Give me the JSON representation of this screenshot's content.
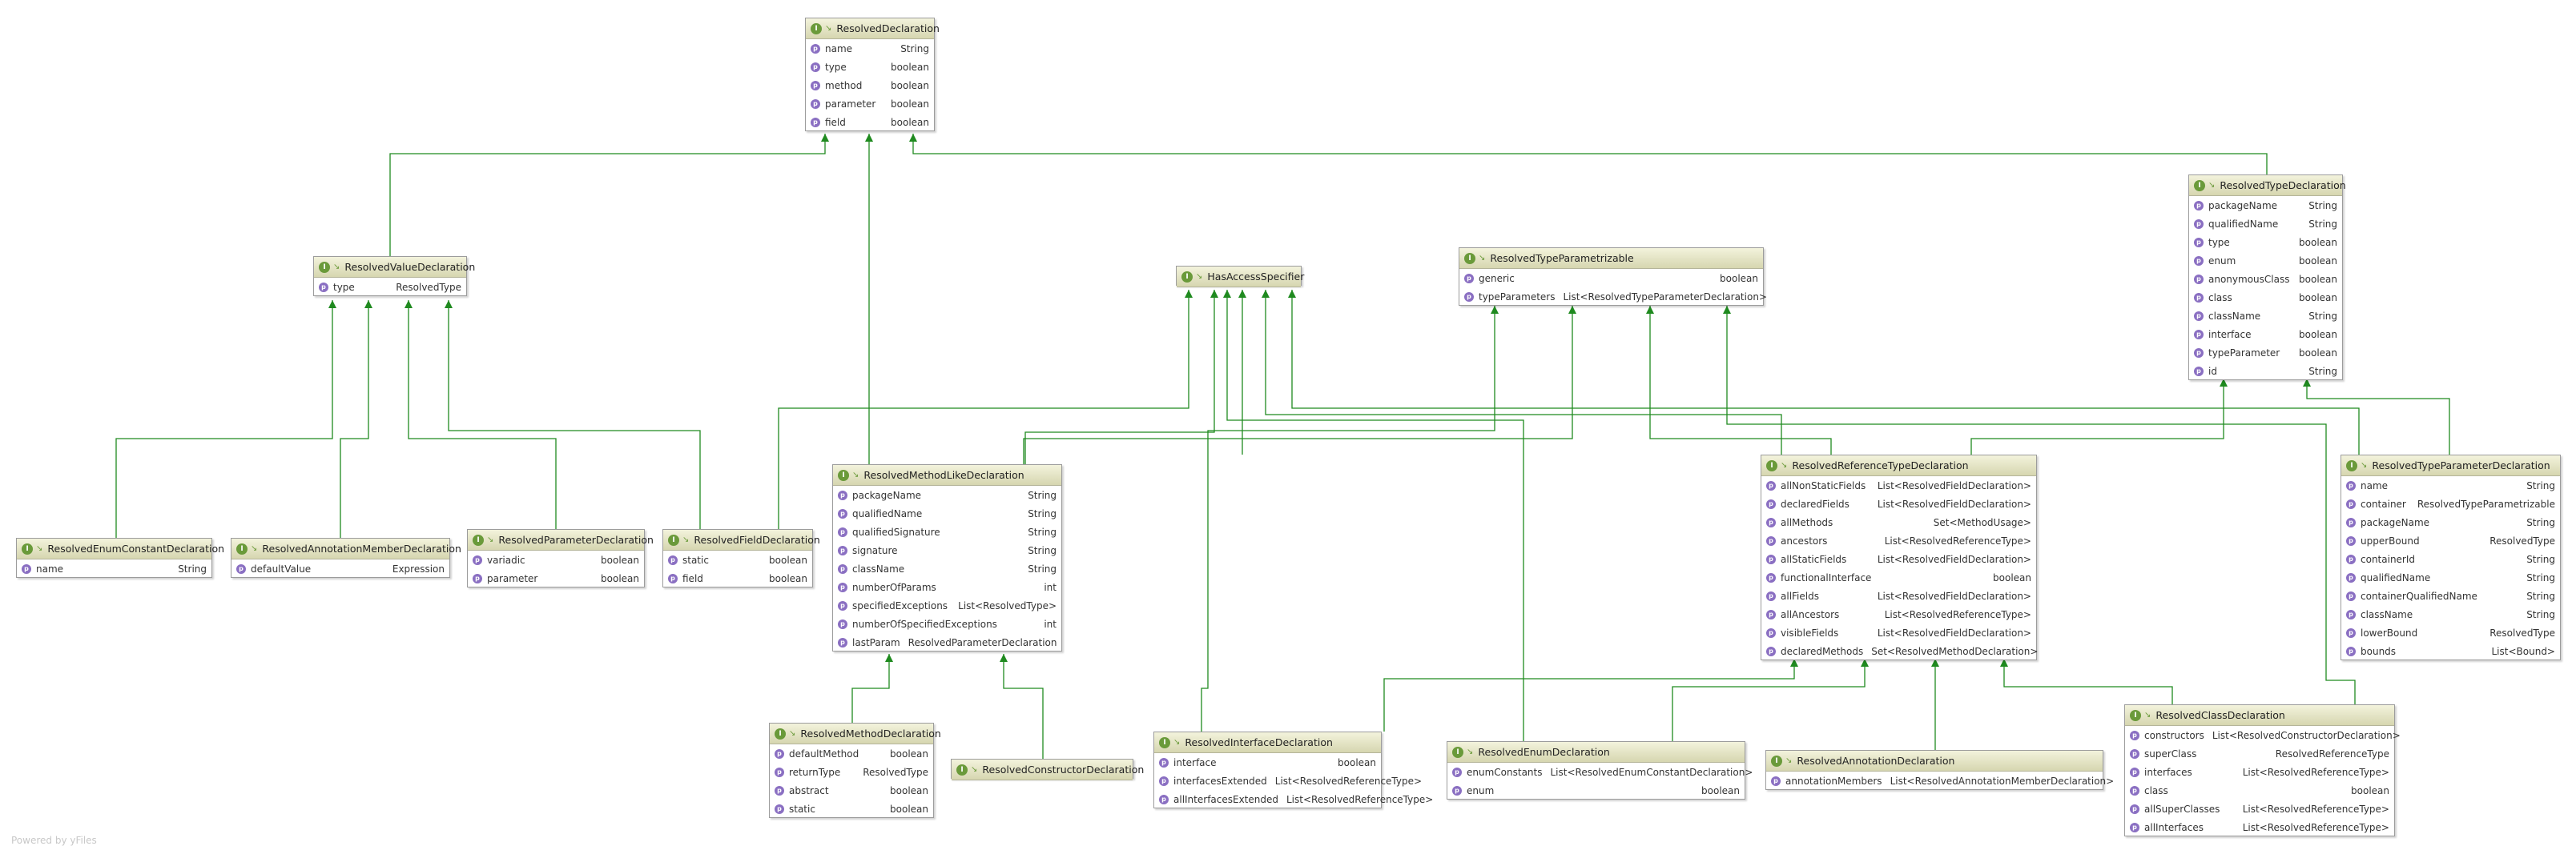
{
  "watermark": "Powered by yFiles",
  "colors": {
    "edge": "#1f8a1f",
    "header_top": "#f3f3dc",
    "header_bottom": "#d6d6b0",
    "class_icon": "#6a9a3a",
    "property_icon": "#8a6fc2"
  },
  "icons": {
    "kind": "interface-icon",
    "access": "public-access-icon",
    "property": "property-icon"
  },
  "nodes": [
    {
      "title": "ResolvedDeclaration",
      "fields": [
        [
          "name",
          "String"
        ],
        [
          "type",
          "boolean"
        ],
        [
          "method",
          "boolean"
        ],
        [
          "parameter",
          "boolean"
        ],
        [
          "field",
          "boolean"
        ]
      ]
    },
    {
      "title": "ResolvedValueDeclaration",
      "fields": [
        [
          "type",
          "ResolvedType"
        ]
      ]
    },
    {
      "title": "HasAccessSpecifier",
      "fields": []
    },
    {
      "title": "ResolvedTypeParametrizable",
      "fields": [
        [
          "generic",
          "boolean"
        ],
        [
          "typeParameters",
          "List<ResolvedTypeParameterDeclaration>"
        ]
      ]
    },
    {
      "title": "ResolvedTypeDeclaration",
      "fields": [
        [
          "packageName",
          "String"
        ],
        [
          "qualifiedName",
          "String"
        ],
        [
          "type",
          "boolean"
        ],
        [
          "enum",
          "boolean"
        ],
        [
          "anonymousClass",
          "boolean"
        ],
        [
          "class",
          "boolean"
        ],
        [
          "className",
          "String"
        ],
        [
          "interface",
          "boolean"
        ],
        [
          "typeParameter",
          "boolean"
        ],
        [
          "id",
          "String"
        ]
      ]
    },
    {
      "title": "ResolvedMethodLikeDeclaration",
      "fields": [
        [
          "packageName",
          "String"
        ],
        [
          "qualifiedName",
          "String"
        ],
        [
          "qualifiedSignature",
          "String"
        ],
        [
          "signature",
          "String"
        ],
        [
          "className",
          "String"
        ],
        [
          "numberOfParams",
          "int"
        ],
        [
          "specifiedExceptions",
          "List<ResolvedType>"
        ],
        [
          "numberOfSpecifiedExceptions",
          "int"
        ],
        [
          "lastParam",
          "ResolvedParameterDeclaration"
        ]
      ]
    },
    {
      "title": "ResolvedReferenceTypeDeclaration",
      "fields": [
        [
          "allNonStaticFields",
          "List<ResolvedFieldDeclaration>"
        ],
        [
          "declaredFields",
          "List<ResolvedFieldDeclaration>"
        ],
        [
          "allMethods",
          "Set<MethodUsage>"
        ],
        [
          "ancestors",
          "List<ResolvedReferenceType>"
        ],
        [
          "allStaticFields",
          "List<ResolvedFieldDeclaration>"
        ],
        [
          "functionalInterface",
          "boolean"
        ],
        [
          "allFields",
          "List<ResolvedFieldDeclaration>"
        ],
        [
          "allAncestors",
          "List<ResolvedReferenceType>"
        ],
        [
          "visibleFields",
          "List<ResolvedFieldDeclaration>"
        ],
        [
          "declaredMethods",
          "Set<ResolvedMethodDeclaration>"
        ]
      ]
    },
    {
      "title": "ResolvedTypeParameterDeclaration",
      "fields": [
        [
          "name",
          "String"
        ],
        [
          "container",
          "ResolvedTypeParametrizable"
        ],
        [
          "packageName",
          "String"
        ],
        [
          "upperBound",
          "ResolvedType"
        ],
        [
          "containerId",
          "String"
        ],
        [
          "qualifiedName",
          "String"
        ],
        [
          "containerQualifiedName",
          "String"
        ],
        [
          "className",
          "String"
        ],
        [
          "lowerBound",
          "ResolvedType"
        ],
        [
          "bounds",
          "List<Bound>"
        ]
      ]
    },
    {
      "title": "ResolvedEnumConstantDeclaration",
      "fields": [
        [
          "name",
          "String"
        ]
      ]
    },
    {
      "title": "ResolvedAnnotationMemberDeclaration",
      "fields": [
        [
          "defaultValue",
          "Expression"
        ]
      ]
    },
    {
      "title": "ResolvedParameterDeclaration",
      "fields": [
        [
          "variadic",
          "boolean"
        ],
        [
          "parameter",
          "boolean"
        ]
      ]
    },
    {
      "title": "ResolvedFieldDeclaration",
      "fields": [
        [
          "static",
          "boolean"
        ],
        [
          "field",
          "boolean"
        ]
      ]
    },
    {
      "title": "ResolvedMethodDeclaration",
      "fields": [
        [
          "defaultMethod",
          "boolean"
        ],
        [
          "returnType",
          "ResolvedType"
        ],
        [
          "abstract",
          "boolean"
        ],
        [
          "static",
          "boolean"
        ]
      ]
    },
    {
      "title": "ResolvedConstructorDeclaration",
      "fields": []
    },
    {
      "title": "ResolvedInterfaceDeclaration",
      "fields": [
        [
          "interface",
          "boolean"
        ],
        [
          "interfacesExtended",
          "List<ResolvedReferenceType>"
        ],
        [
          "allInterfacesExtended",
          "List<ResolvedReferenceType>"
        ]
      ]
    },
    {
      "title": "ResolvedEnumDeclaration",
      "fields": [
        [
          "enumConstants",
          "List<ResolvedEnumConstantDeclaration>"
        ],
        [
          "enum",
          "boolean"
        ]
      ]
    },
    {
      "title": "ResolvedAnnotationDeclaration",
      "fields": [
        [
          "annotationMembers",
          "List<ResolvedAnnotationMemberDeclaration>"
        ]
      ]
    },
    {
      "title": "ResolvedClassDeclaration",
      "fields": [
        [
          "constructors",
          "List<ResolvedConstructorDeclaration>"
        ],
        [
          "superClass",
          "ResolvedReferenceType"
        ],
        [
          "interfaces",
          "List<ResolvedReferenceType>"
        ],
        [
          "class",
          "boolean"
        ],
        [
          "allSuperClasses",
          "List<ResolvedReferenceType>"
        ],
        [
          "allInterfaces",
          "List<ResolvedReferenceType>"
        ]
      ]
    }
  ]
}
